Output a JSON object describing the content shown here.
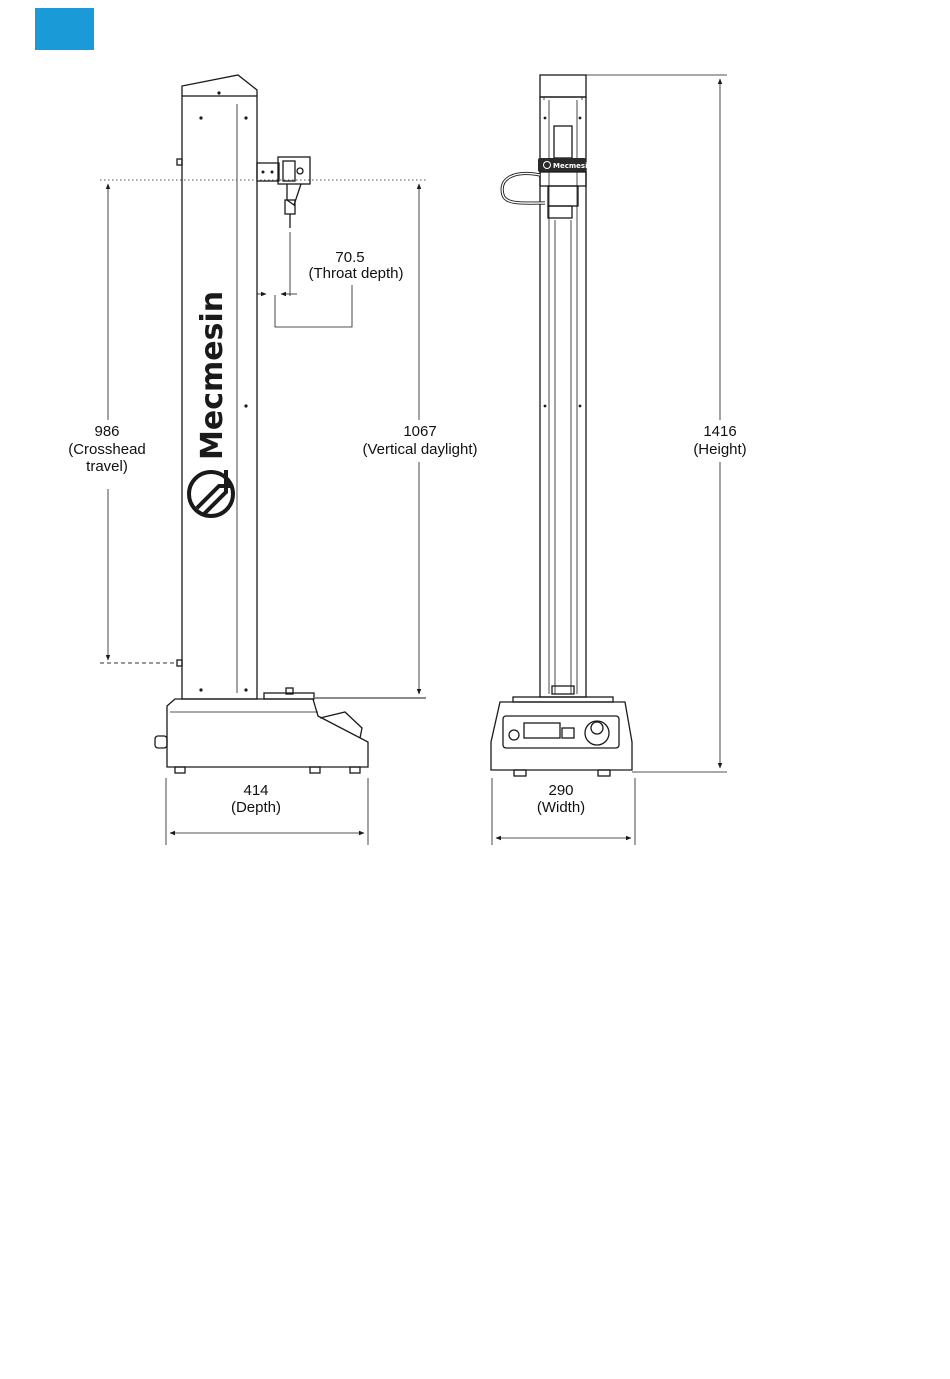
{
  "colors": {
    "accent": "#1a9bd7",
    "line": "#1a1a1a"
  },
  "logo": {
    "brand": "Mecmesin",
    "small_brand": "Mecmesin"
  },
  "dimensions": {
    "throat": {
      "value": "70.5",
      "label": "(Throat depth)"
    },
    "crosshead": {
      "value": "986",
      "label_line1": "(Crosshead",
      "label_line2": "travel)"
    },
    "daylight": {
      "value": "1067",
      "label": "(Vertical daylight)"
    },
    "height": {
      "value": "1416",
      "label": "(Height)"
    },
    "depth": {
      "value": "414",
      "label": "(Depth)"
    },
    "width": {
      "value": "290",
      "label": "(Width)"
    }
  }
}
